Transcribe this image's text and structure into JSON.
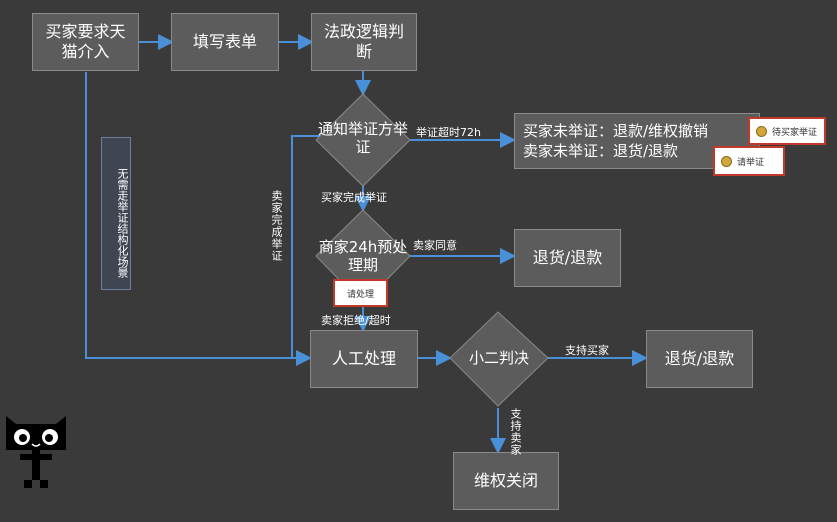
{
  "nodes": {
    "buyer_request": "买家要求天猫介入",
    "fill_form": "填写表单",
    "logic_judge": "法政逻辑判断",
    "notify": "通知举证方举证",
    "no_proof_result": "买家未举证：退款/维权撤销\n卖家未举证：退货/退款",
    "merchant_pre": "商家24h预处理期",
    "refund1": "退货/退款",
    "manual": "人工处理",
    "xiaoer": "小二判决",
    "refund2": "退货/退款",
    "close": "维权关闭"
  },
  "edges": {
    "timeout": "举证超时72h",
    "buyer_done": "买家完成举证",
    "seller_done": "卖家完成举证",
    "seller_agree": "卖家同意",
    "seller_reject": "卖家拒绝/超时",
    "support_buyer": "支持买家",
    "support_seller": "支持卖家"
  },
  "side_note": "无需走举证结构化场景",
  "badges": {
    "wait_buyer": "待买家举证",
    "please_proof": "请举证",
    "please_handle": "请处理"
  },
  "colors": {
    "background": "#3a3a3a",
    "box": "#5c5c5c",
    "arrow": "#4a90d9",
    "badge_border": "#c0392b"
  }
}
